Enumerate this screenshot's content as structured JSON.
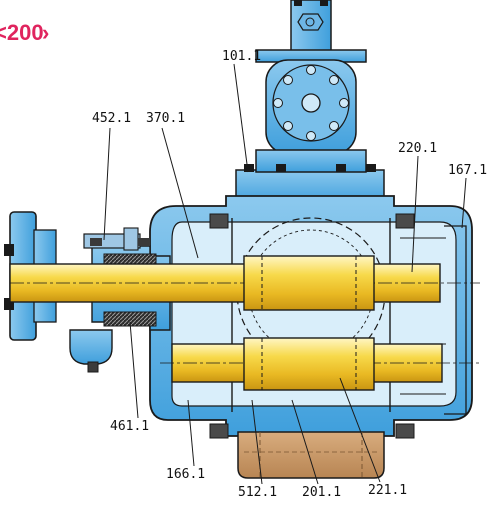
{
  "header": {
    "page_tag": "<200",
    "page_tag_chevron": "›"
  },
  "colors": {
    "accent": "#e0245e",
    "casing_blue": "#4aa8e0",
    "casing_blue_light": "#a9d6f2",
    "shaft_yellow": "#f5d23c",
    "shaft_yellow_light": "#fff3b0",
    "bushing_brown": "#c89a6a",
    "outline": "#1a1a1a"
  },
  "callouts": [
    {
      "id": "101-1",
      "text": "101.1"
    },
    {
      "id": "452-1",
      "text": "452.1"
    },
    {
      "id": "370-1",
      "text": "370.1"
    },
    {
      "id": "220-1",
      "text": "220.1"
    },
    {
      "id": "167-1",
      "text": "167.1"
    },
    {
      "id": "461-1",
      "text": "461.1"
    },
    {
      "id": "166-1",
      "text": "166.1"
    },
    {
      "id": "512-1",
      "text": "512.1"
    },
    {
      "id": "201-1",
      "text": "201.1"
    },
    {
      "id": "221-1",
      "text": "221.1"
    }
  ]
}
